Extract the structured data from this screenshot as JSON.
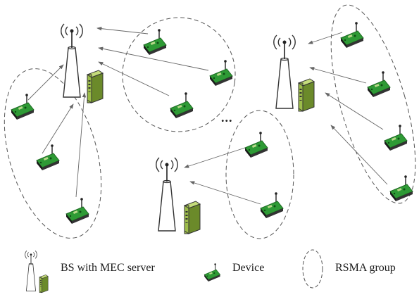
{
  "legend": {
    "bs_label": "BS with MEC server",
    "device_label": "Device",
    "group_label": "RSMA group"
  },
  "ellipsis": "...",
  "colors": {
    "device_body": "#2e9a35",
    "device_dark": "#1e6b23",
    "device_base": "#1a1a1a",
    "server_body": "#9dbd4a",
    "server_dark": "#6b8a2a",
    "tower": "#ffffff",
    "stroke": "#333333",
    "group_border": "#555555",
    "arrow": "#666666"
  }
}
